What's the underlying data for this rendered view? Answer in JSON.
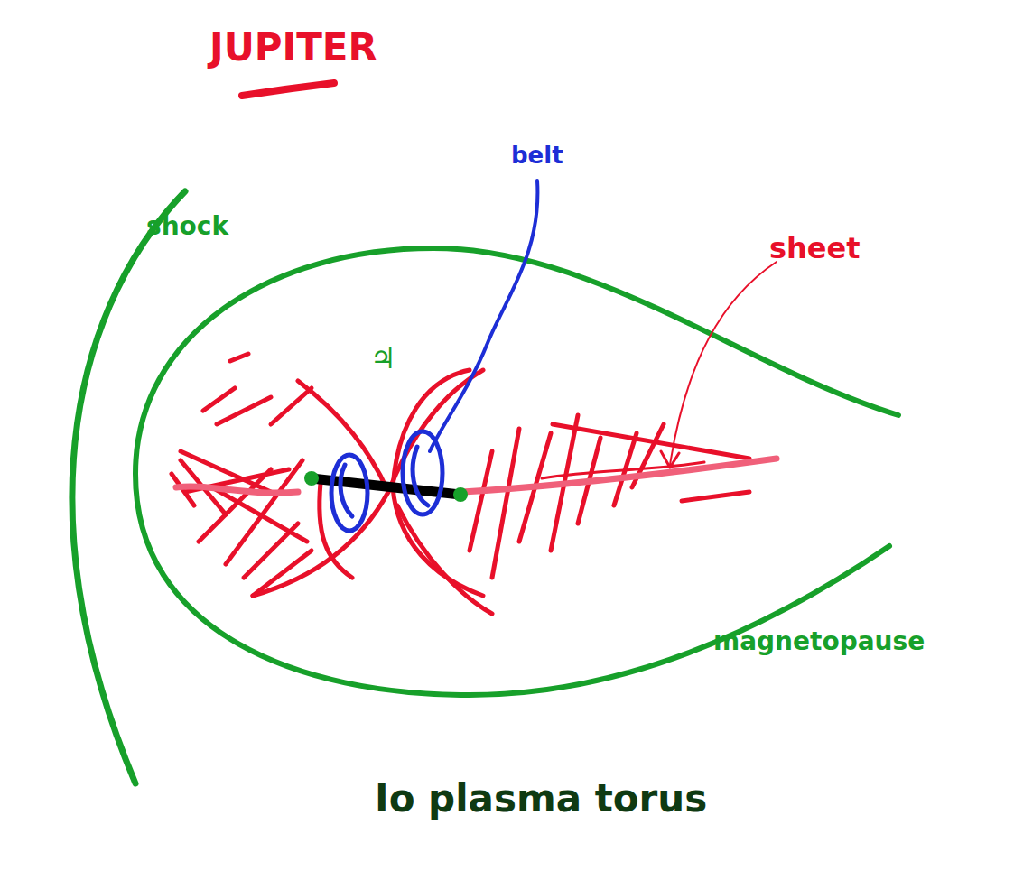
{
  "diagram": {
    "title": "JUPITER",
    "labels": [
      "belt",
      "sheet",
      "shock",
      "♃",
      "magnetopause",
      "Io plasma torus"
    ]
  }
}
